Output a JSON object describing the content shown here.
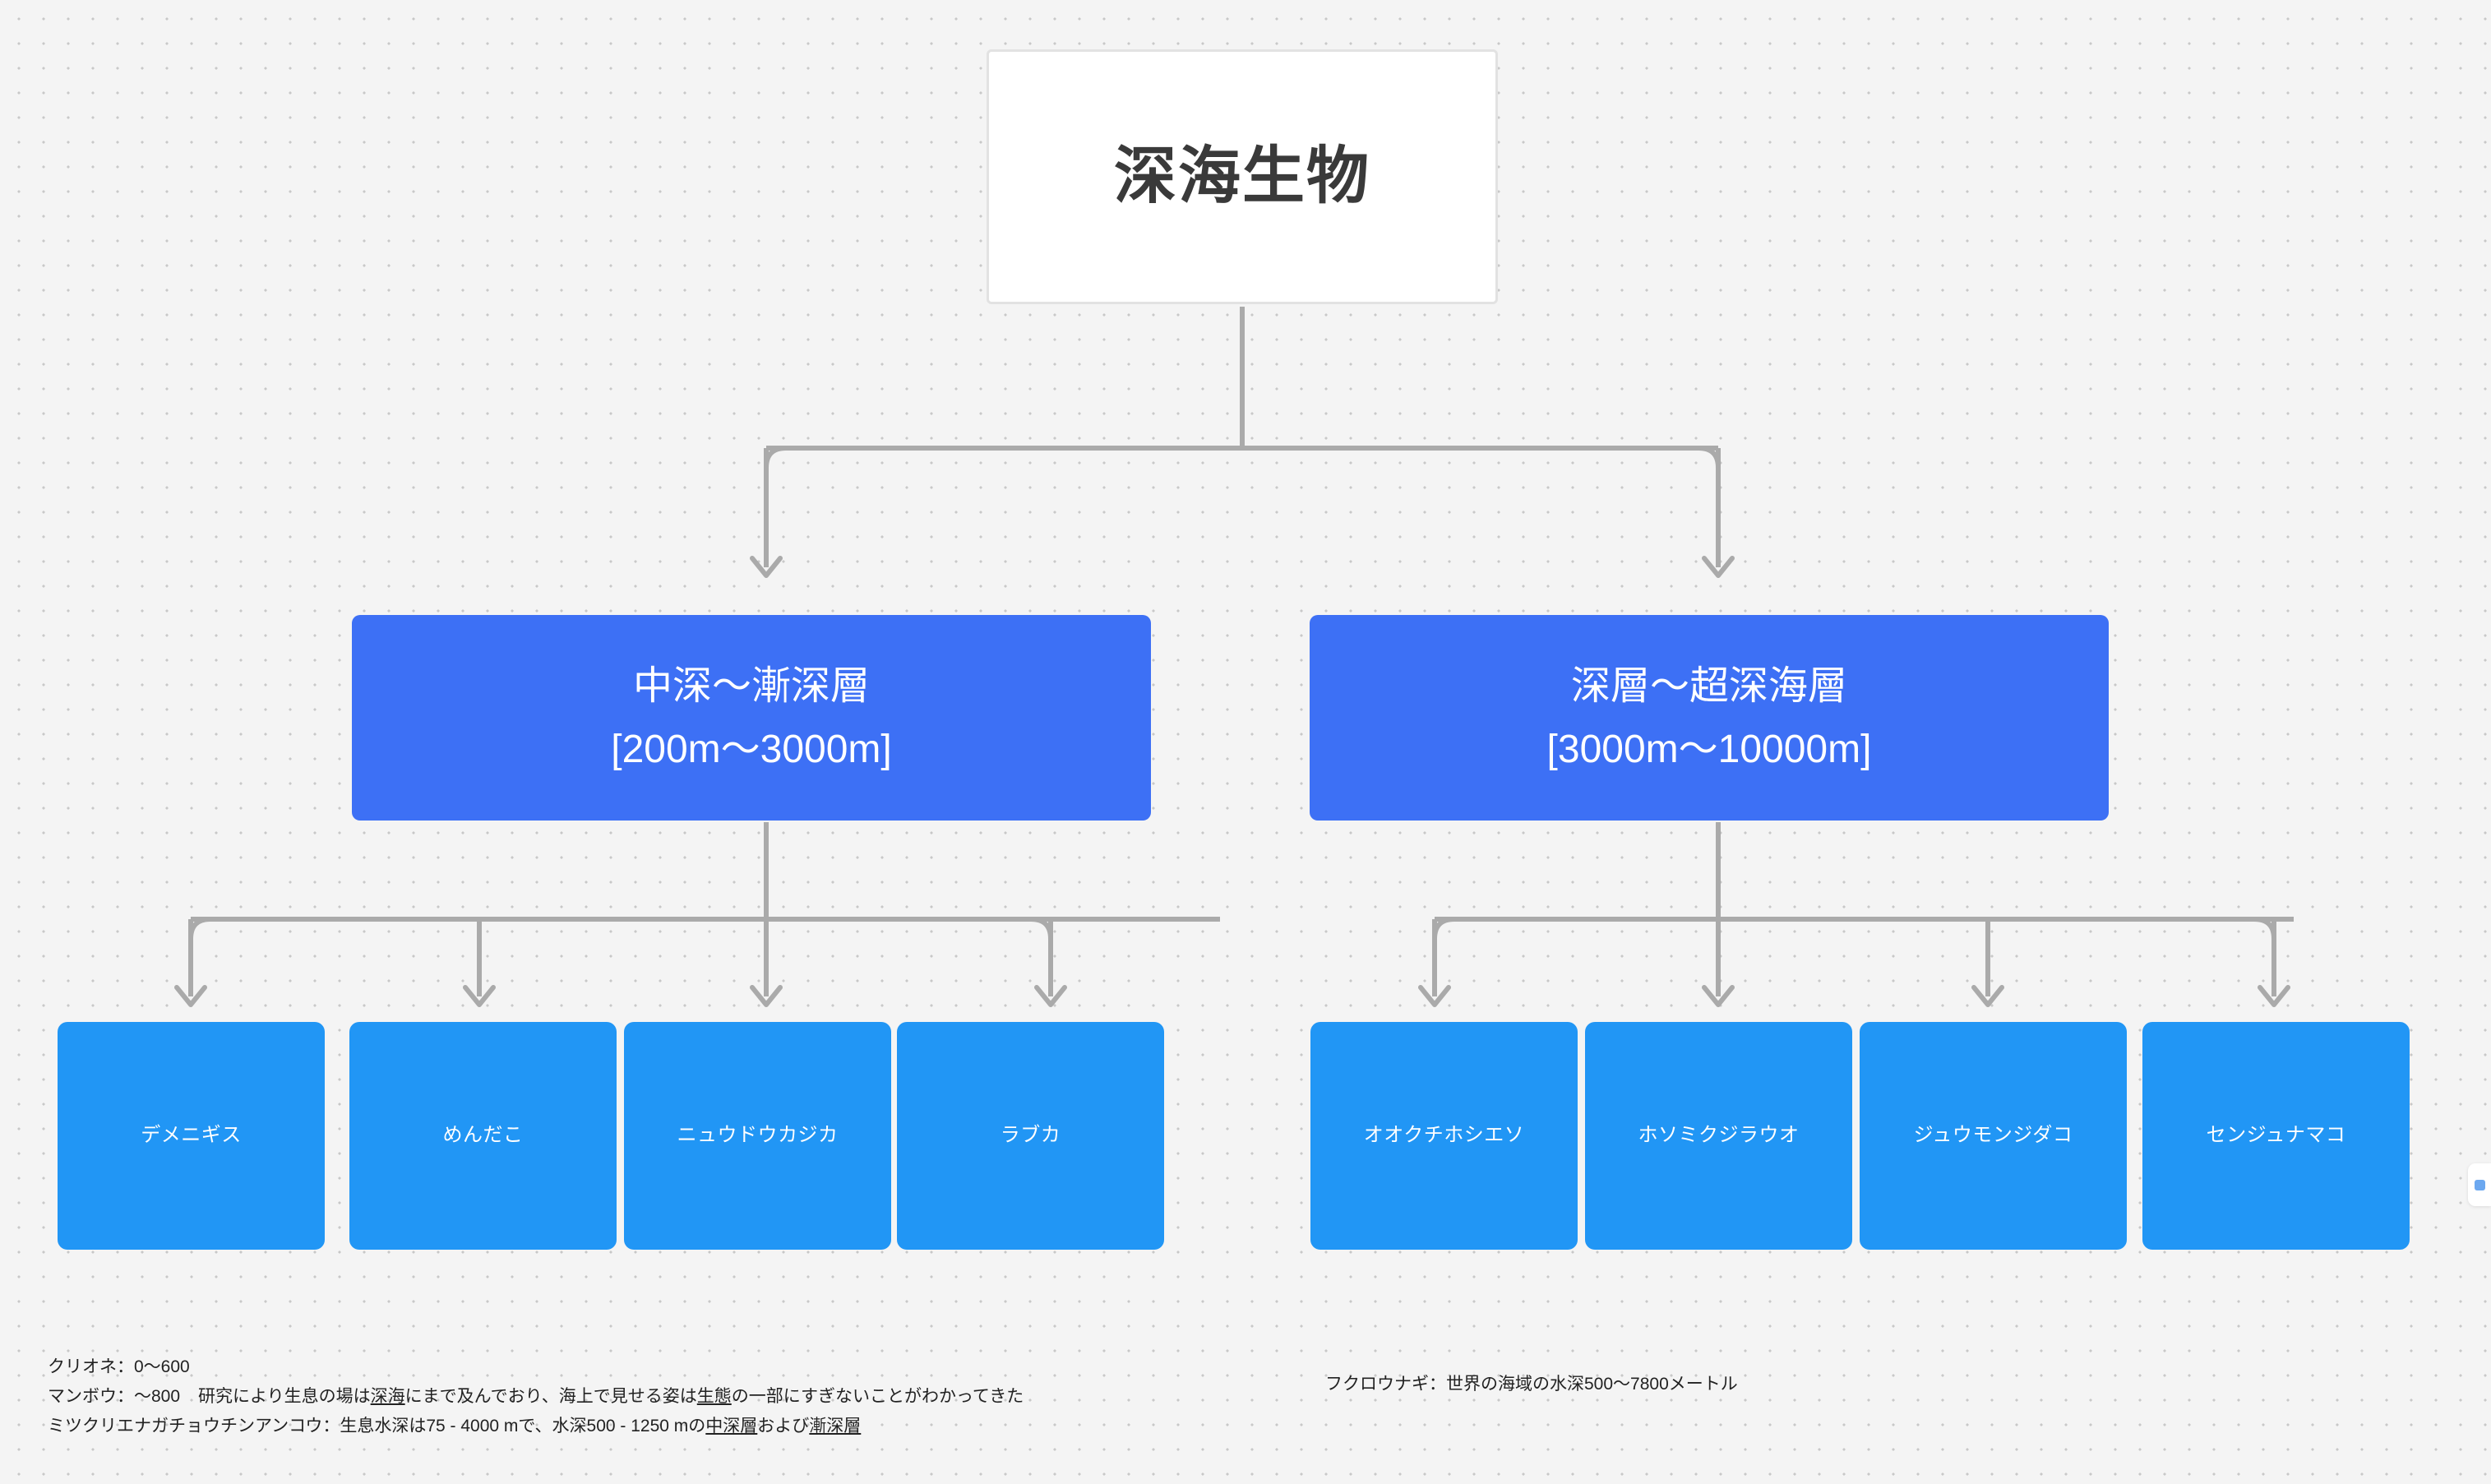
{
  "canvas": {
    "background_color": "#f4f4f4",
    "dot_color": "#c8c8c8"
  },
  "colors": {
    "root_fill": "#ffffff",
    "root_border": "#e2e2e2",
    "root_text": "#3a3a3a",
    "level2_fill": "#3d70f5",
    "leaf_fill": "#2196f5",
    "node_text": "#ffffff",
    "connector": "#aaaaaa",
    "note_text": "#222222"
  },
  "diagram": {
    "root": {
      "label": "深海生物"
    },
    "branches": [
      {
        "title": "中深〜漸深層",
        "range": "[200m〜3000m]",
        "children": [
          {
            "label": "デメニギス"
          },
          {
            "label": "めんだこ"
          },
          {
            "label": "ニュウドウカジカ"
          },
          {
            "label": "ラブカ"
          }
        ]
      },
      {
        "title": "深層〜超深海層",
        "range": "[3000m〜10000m]",
        "children": [
          {
            "label": "オオクチホシエソ"
          },
          {
            "label": "ホソミクジラウオ"
          },
          {
            "label": "ジュウモンジダコ"
          },
          {
            "label": "センジュナマコ"
          }
        ]
      }
    ]
  },
  "notes_left": {
    "line1": "クリオネ：0〜600",
    "line2": {
      "a": "マンボウ：〜800",
      "b": "研究により生息の場は",
      "c_underline": "深海",
      "d": "にまで及んでおり、海上で見せる姿は",
      "e_underline": "生態",
      "f": "の一部にすぎないことがわかってきた"
    },
    "line3": {
      "a": "ミツクリエナガチョウチンアンコウ：生息水深は75 - 4000 mで、水深500 - 1250 mの",
      "b_underline": "中深層",
      "c": "および",
      "d_underline": "漸深層"
    }
  },
  "notes_right": {
    "line1": "フクロウナギ：世界の海域の水深500〜7800メートル"
  },
  "panel_handle": {
    "icon": "panel-toggle-dot"
  }
}
